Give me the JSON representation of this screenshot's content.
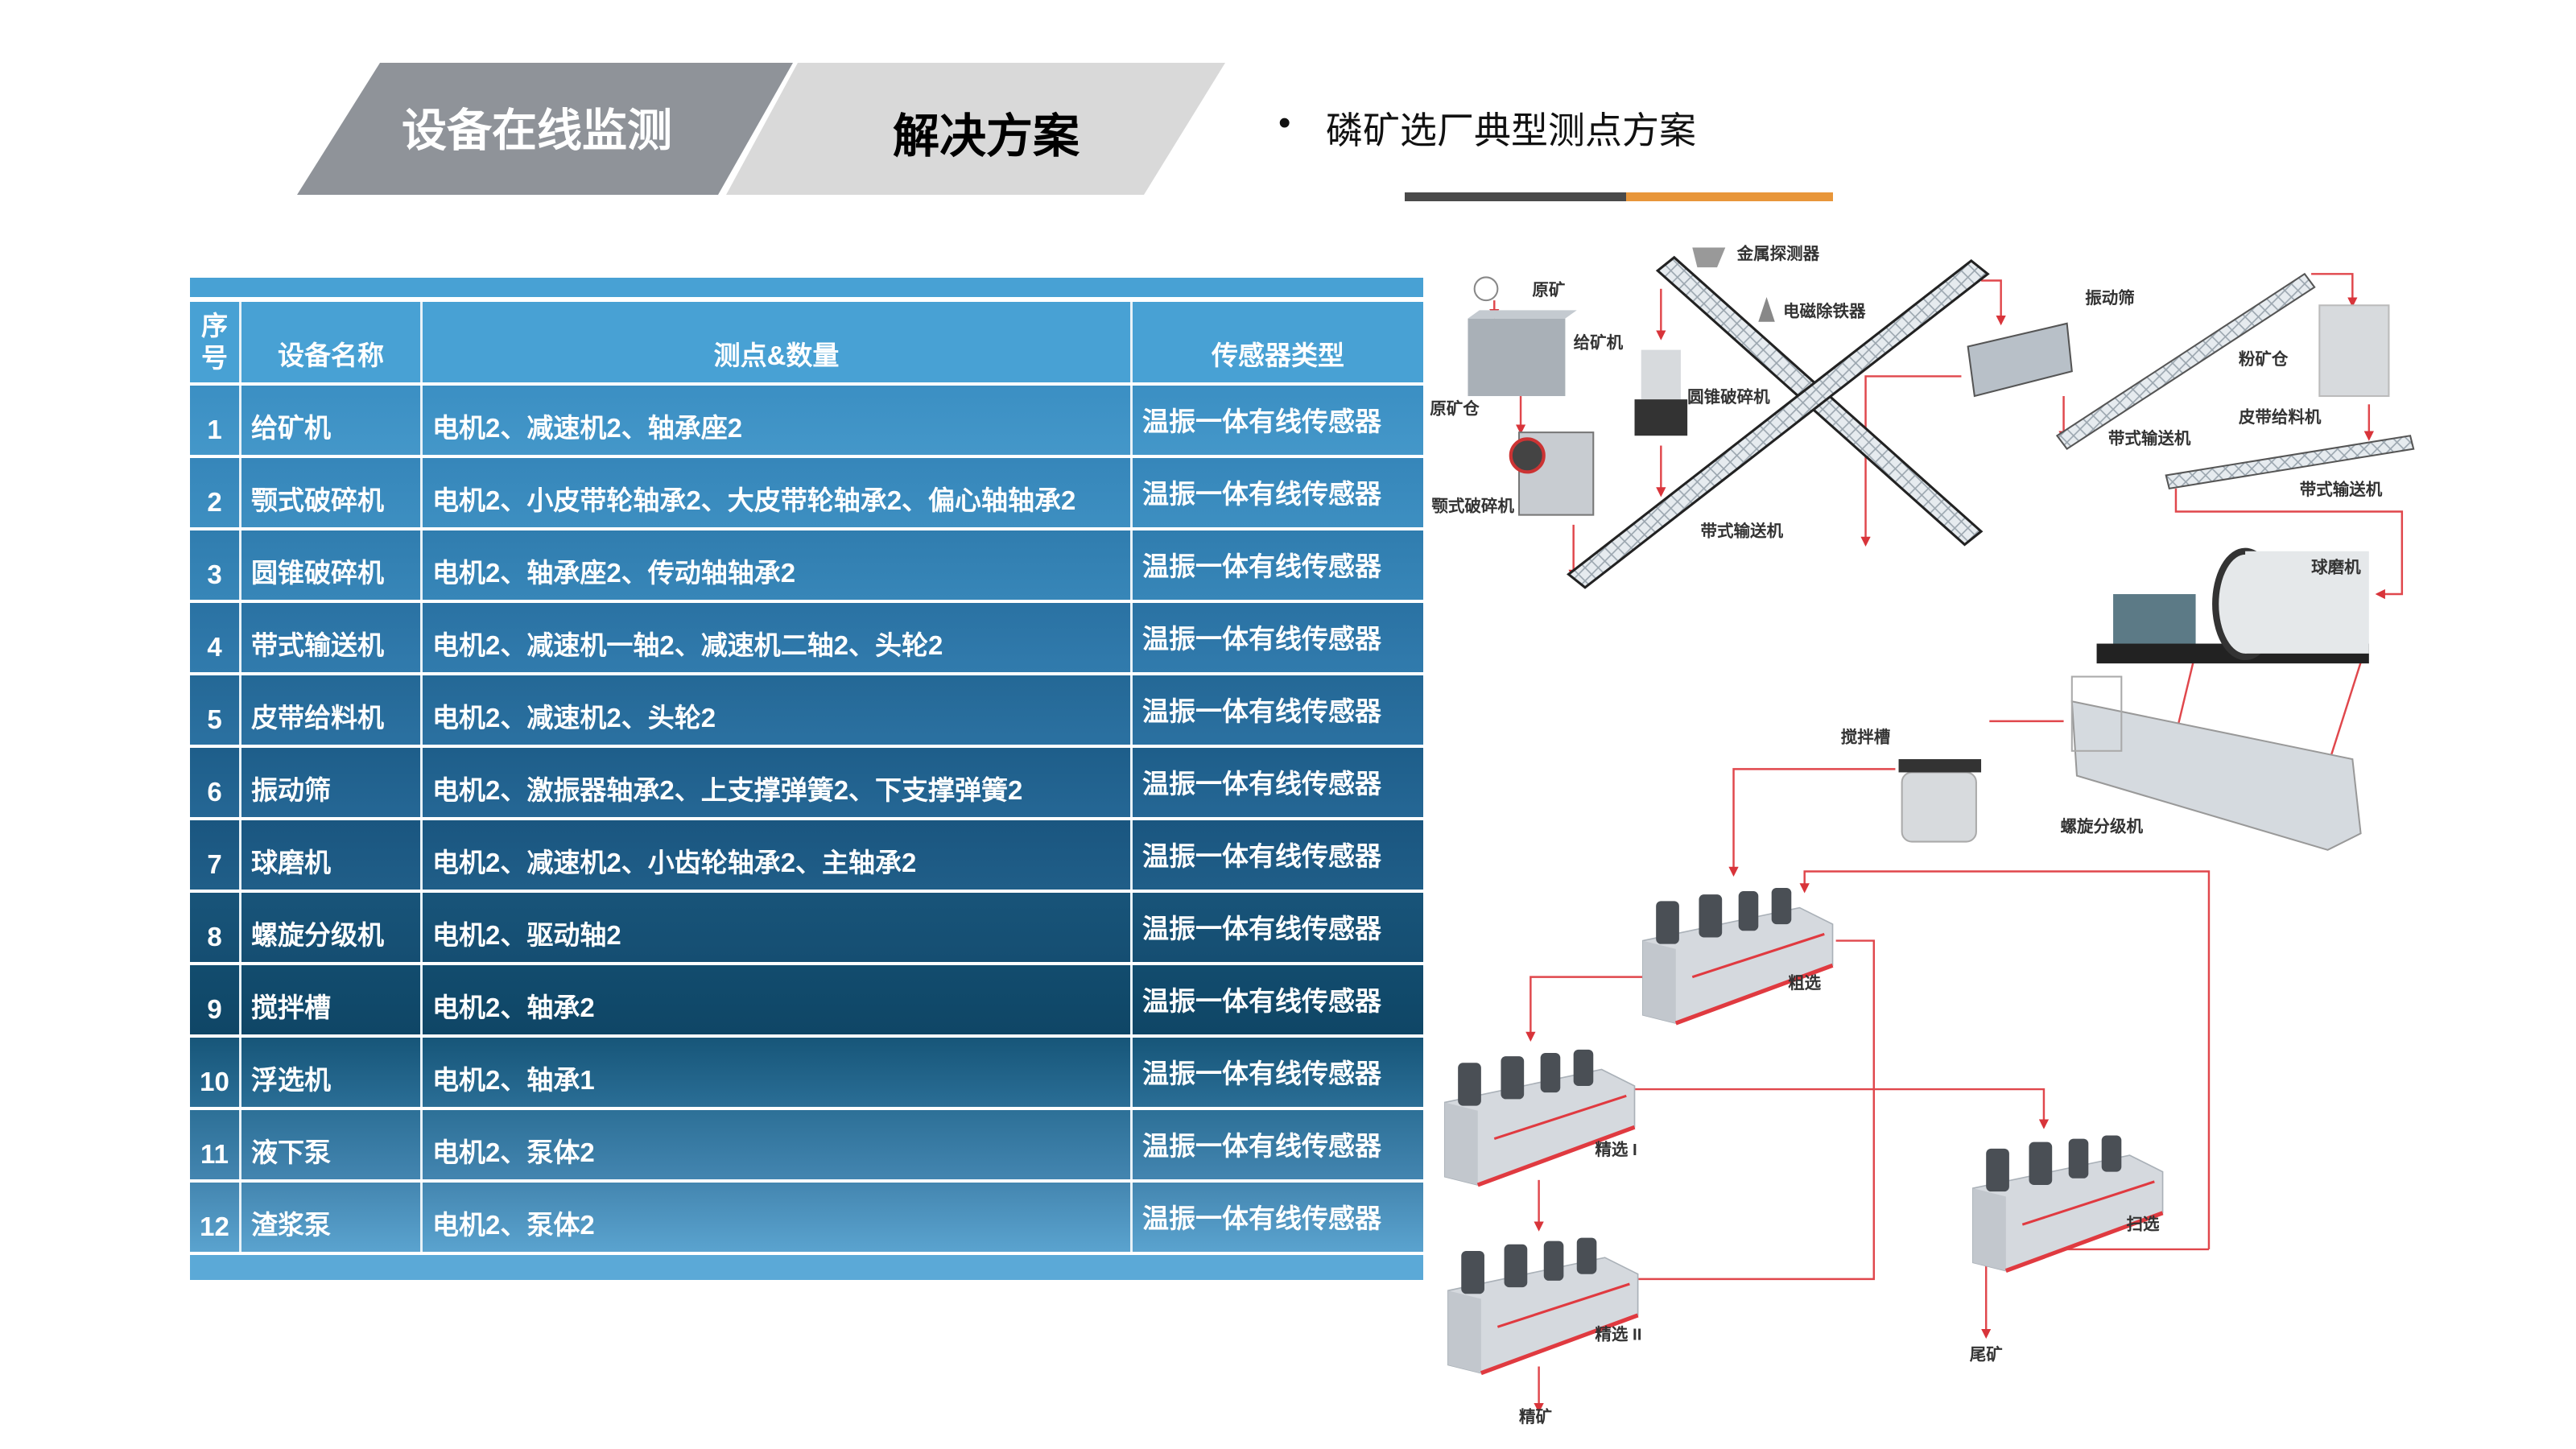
{
  "header": {
    "tab_active": "设备在线监测",
    "tab_secondary": "解决方案",
    "bullet": "•",
    "subtitle": "磷矿选厂典型测点方案",
    "colors": {
      "tab_active": "#8f9399",
      "tab_secondary": "#d9d9d9",
      "bar_dark": "#4a4a4a",
      "bar_accent": "#e8963a"
    }
  },
  "table": {
    "headers": {
      "index_top": "序",
      "index_bottom": "号",
      "name": "设备名称",
      "points": "测点&数量",
      "sensor": "传感器类型"
    },
    "rows": [
      {
        "no": "1",
        "name": "给矿机",
        "points": "电机2、减速机2、轴承座2",
        "sensor": "温振一体有线传感器"
      },
      {
        "no": "2",
        "name": "颚式破碎机",
        "points": "电机2、小皮带轮轴承2、大皮带轮轴承2、偏心轴轴承2",
        "sensor": "温振一体有线传感器"
      },
      {
        "no": "3",
        "name": "圆锥破碎机",
        "points": "电机2、轴承座2、传动轴轴承2",
        "sensor": "温振一体有线传感器"
      },
      {
        "no": "4",
        "name": "带式输送机",
        "points": "电机2、减速机一轴2、减速机二轴2、头轮2",
        "sensor": "温振一体有线传感器"
      },
      {
        "no": "5",
        "name": "皮带给料机",
        "points": "电机2、减速机2、头轮2",
        "sensor": "温振一体有线传感器"
      },
      {
        "no": "6",
        "name": "振动筛",
        "points": "电机2、激振器轴承2、上支撑弹簧2、下支撑弹簧2",
        "sensor": "温振一体有线传感器"
      },
      {
        "no": "7",
        "name": "球磨机",
        "points": "电机2、减速机2、小齿轮轴承2、主轴承2",
        "sensor": "温振一体有线传感器"
      },
      {
        "no": "8",
        "name": "螺旋分级机",
        "points": "电机2、驱动轴2",
        "sensor": "温振一体有线传感器"
      },
      {
        "no": "9",
        "name": "搅拌槽",
        "points": "电机2、轴承2",
        "sensor": "温振一体有线传感器"
      },
      {
        "no": "10",
        "name": "浮选机",
        "points": "电机2、轴承1",
        "sensor": "温振一体有线传感器"
      },
      {
        "no": "11",
        "name": "液下泵",
        "points": "电机2、泵体2",
        "sensor": "温振一体有线传感器"
      },
      {
        "no": "12",
        "name": "渣浆泵",
        "points": "电机2、泵体2",
        "sensor": "温振一体有线传感器"
      }
    ]
  },
  "diagram": {
    "labels": {
      "raw_ore": "原矿",
      "raw_ore_bin": "原矿仓",
      "feeder": "给矿机",
      "jaw_crusher": "颚式破碎机",
      "metal_detector": "金属探测器",
      "magnetic_separator": "电磁除铁器",
      "cone_crusher": "圆锥破碎机",
      "belt_conveyor_main": "带式输送机",
      "vibrating_screen": "振动筛",
      "belt_conveyor_2": "带式输送机",
      "fine_ore_bin": "粉矿仓",
      "belt_feeder": "皮带给料机",
      "belt_conveyor_3": "带式输送机",
      "ball_mill": "球磨机",
      "spiral_classifier": "螺旋分级机",
      "agitation_tank": "搅拌槽",
      "rougher": "粗选",
      "cleaner_1": "精选 I",
      "cleaner_2": "精选 II",
      "scavenger": "扫选",
      "tailings": "尾矿",
      "concentrate": "精矿"
    },
    "flow_color": "#e0474c"
  }
}
